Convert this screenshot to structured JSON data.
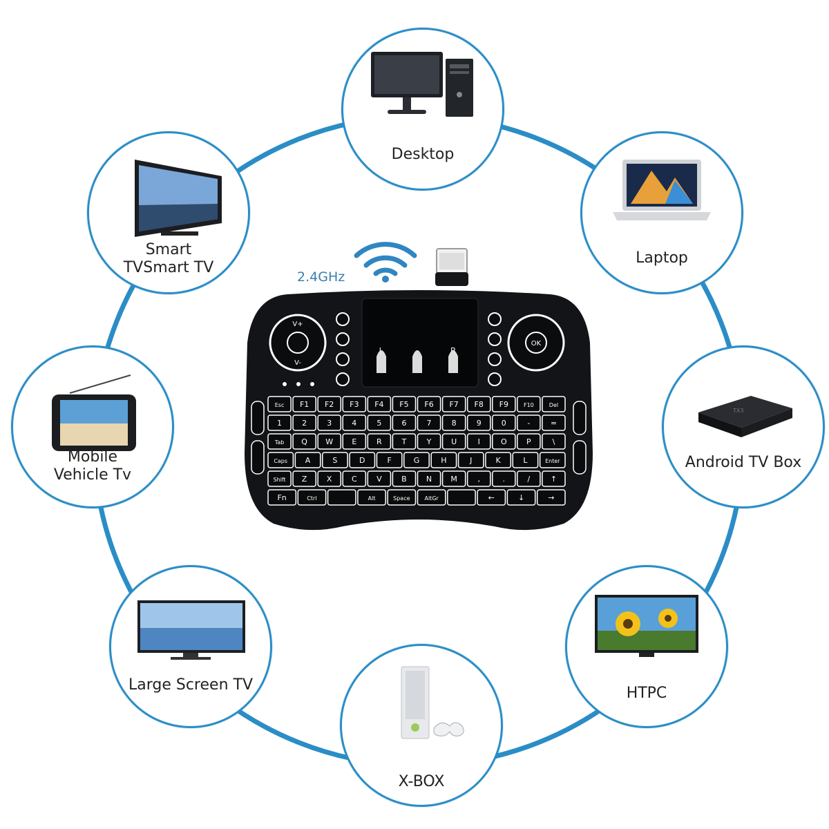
{
  "colors": {
    "ring": "#2b8dc6",
    "keyboard": "#121418",
    "key_glow": "#ffffff",
    "wifi": "#2f86c2"
  },
  "center": {
    "frequency": "2.4GHz"
  },
  "devices": [
    {
      "id": "desktop",
      "label": "Desktop",
      "icon": "desktop-computer-icon"
    },
    {
      "id": "laptop",
      "label": "Laptop",
      "icon": "laptop-icon"
    },
    {
      "id": "android",
      "label": "Android TV Box",
      "icon": "android-tv-box-icon"
    },
    {
      "id": "htpc",
      "label": "HTPC",
      "icon": "htpc-monitor-icon"
    },
    {
      "id": "xbox",
      "label": "X-BOX",
      "icon": "xbox-console-icon"
    },
    {
      "id": "large",
      "label": "Large Screen TV",
      "icon": "large-screen-tv-icon"
    },
    {
      "id": "mobile",
      "label": "Mobile\nVehicle Tv",
      "icon": "mobile-vehicle-tv-icon"
    },
    {
      "id": "smart",
      "label": "Smart\nTVSmart TV",
      "icon": "smart-tv-icon"
    }
  ],
  "keyboard": {
    "rows": [
      [
        "Esc",
        "F1",
        "F2",
        "F3",
        "F4",
        "F5",
        "F6",
        "F7",
        "F8",
        "F9",
        "F10",
        "Del"
      ],
      [
        "1",
        "2",
        "3",
        "4",
        "5",
        "6",
        "7",
        "8",
        "9",
        "0",
        "-",
        "="
      ],
      [
        "Tab",
        "Q",
        "W",
        "E",
        "R",
        "T",
        "Y",
        "U",
        "I",
        "O",
        "P",
        "\\"
      ],
      [
        "Caps",
        "A",
        "S",
        "D",
        "F",
        "G",
        "H",
        "J",
        "K",
        "L",
        "Enter"
      ],
      [
        "Shift",
        "Z",
        "X",
        "C",
        "V",
        "B",
        "N",
        "M",
        ",",
        ".",
        "/",
        "↑"
      ],
      [
        "Fn",
        "Ctrl",
        "",
        "Alt",
        "Space",
        "AltGr",
        "",
        "←",
        "↓",
        "→"
      ]
    ],
    "touchpad_buttons": [
      "L",
      "",
      "R"
    ],
    "dpad_left_labels": [
      "V+",
      "V-"
    ],
    "dpad_right_label": "OK"
  }
}
